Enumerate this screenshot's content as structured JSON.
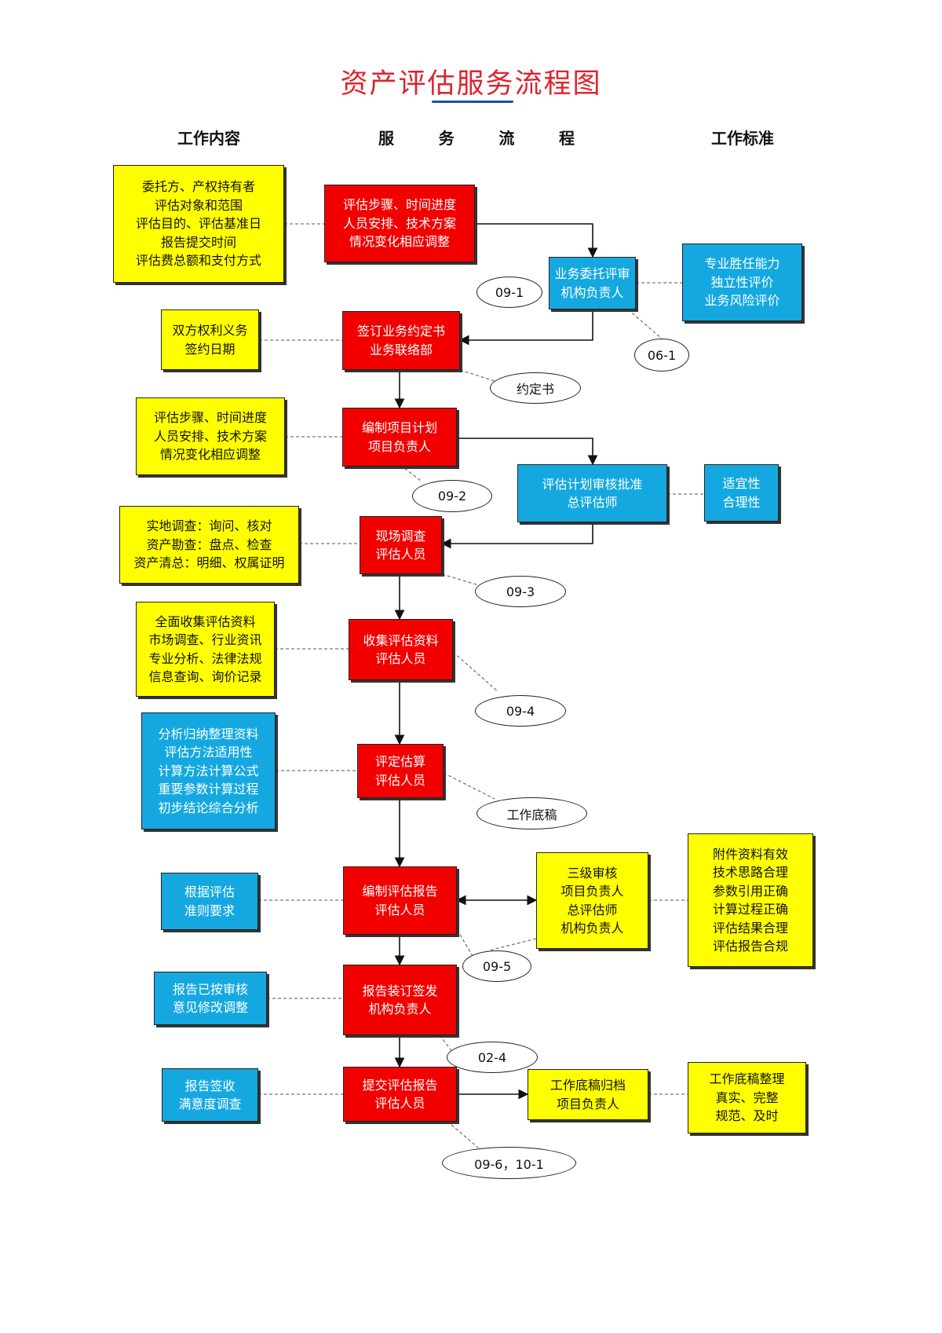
{
  "title": "资产评估服务流程图",
  "column_headers": {
    "content": "工作内容",
    "flow": [
      "服",
      "务",
      "流",
      "程"
    ],
    "standard": "工作标准"
  },
  "colors": {
    "title": "#e0222d",
    "yellow": "#ffff00",
    "red": "#f20000",
    "blue": "#15a8e0"
  },
  "content_boxes": {
    "c1": "委托方、产权持有者\n评估对象和范围\n评估目的、评估基准日\n报告提交时间\n评估费总额和支付方式",
    "c2": "双方权利义务\n签约日期",
    "c3": "评估步骤、时间进度\n人员安排、技术方案\n情况变化相应调整",
    "c4": "实地调查：询问、核对\n资产勘查：盘点、检查\n资产清总：明细、权属证明",
    "c5": "全面收集评估资料\n市场调查、行业资讯\n专业分析、法律法规\n信息查询、询价记录",
    "c6": "分析归纳整理资料\n评估方法适用性\n计算方法计算公式\n重要参数计算过程\n初步结论综合分析",
    "c7": "根据评估\n准则要求",
    "c8": "报告已按审核\n意见修改调整",
    "c9": "报告签收\n满意度调查"
  },
  "flow_steps": {
    "s1": "评估步骤、时间进度\n人员安排、技术方案\n情况变化相应调整",
    "s2": "签订业务约定书\n业务联络部",
    "s3": "编制项目计划\n项目负责人",
    "s4": "现场调查\n评估人员",
    "s5": "收集评估资料\n评估人员",
    "s6": "评定估算\n评估人员",
    "s7": "编制评估报告\n评估人员",
    "s8": "报告装订签发\n机构负责人",
    "s9": "提交评估报告\n评估人员"
  },
  "side_steps": {
    "b1": "业务委托评审\n机构负责人",
    "b2": "评估计划审核批准\n总评估师",
    "b3": "三级审核\n项目负责人\n总评估师\n机构负责人",
    "b4": "工作底稿归档\n项目负责人"
  },
  "standard_boxes": {
    "t1": "专业胜任能力\n独立性评价\n业务风险评价",
    "t2": "适宜性\n合理性",
    "t3": "附件资料有效\n技术思路合理\n参数引用正确\n计算过程正确\n评估结果合理\n评估报告合规",
    "t4": "工作底稿整理\n真实、完整\n规范、及时"
  },
  "document_refs": {
    "d1": "09-1",
    "d2": "06-1",
    "d3": "约定书",
    "d4": "09-2",
    "d5": "09-3",
    "d6": "09-4",
    "d7": "工作底稿",
    "d8": "09-5",
    "d9": "02-4",
    "d10": "09-6，10-1"
  }
}
